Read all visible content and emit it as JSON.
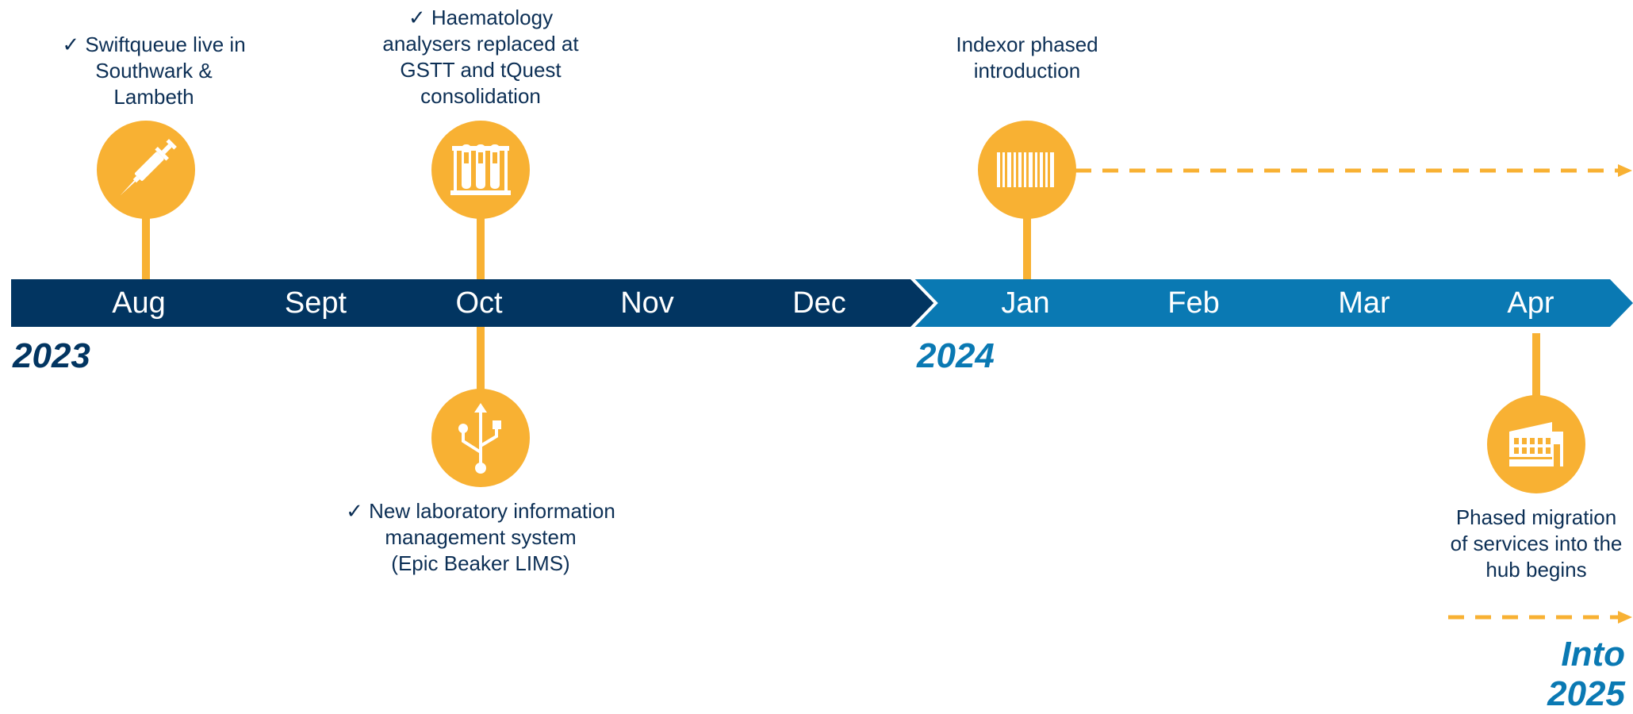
{
  "months": {
    "aug": "Aug",
    "sept": "Sept",
    "oct": "Oct",
    "nov": "Nov",
    "dec": "Dec",
    "jan": "Jan",
    "feb": "Feb",
    "mar": "Mar",
    "apr": "Apr"
  },
  "years": {
    "y2023": "2023",
    "y2024": "2024",
    "into": "Into",
    "y2025": "2025"
  },
  "milestones": {
    "swiftqueue": {
      "line1": "✓ Swiftqueue live in",
      "line2": "Southwark &",
      "line3": "Lambeth",
      "icon": "syringe-icon"
    },
    "haematology": {
      "line1": "✓ Haematology",
      "line2": "analysers replaced at",
      "line3": "GSTT and tQuest",
      "line4": "consolidation",
      "icon": "test-tubes-icon"
    },
    "lims": {
      "line1": "✓ New laboratory information",
      "line2": "management system",
      "line3": "(Epic Beaker LIMS)",
      "icon": "usb-icon"
    },
    "indexor": {
      "line1": "Indexor phased",
      "line2": "introduction",
      "icon": "barcode-icon"
    },
    "hub": {
      "line1": "Phased migration",
      "line2": "of services into the",
      "line3": "hub begins",
      "icon": "factory-icon"
    }
  },
  "colors": {
    "timeline_2023": "#023561",
    "timeline_2024": "#0a79b3",
    "milestone": "#f8b133",
    "caption_text": "#0c2f55"
  }
}
